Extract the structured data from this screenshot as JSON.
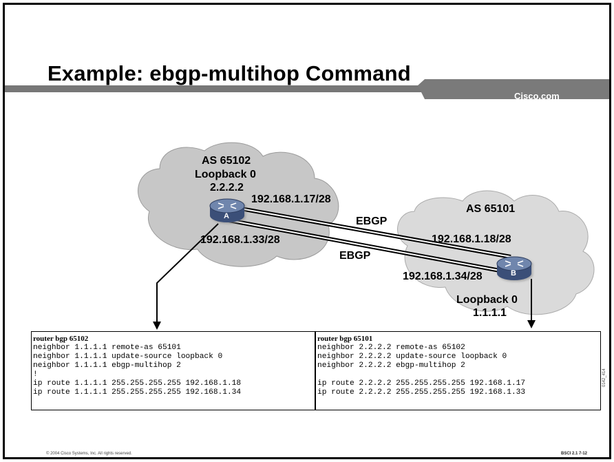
{
  "slide": {
    "title": "Example: ebgp-multihop Command",
    "brand": "Cisco.com",
    "footer_left": "© 2004 Cisco Systems, Inc. All rights reserved.",
    "footer_right": "BSCI 2.1    7-12",
    "figure_id": "0142_414"
  },
  "diagram": {
    "as_left": "AS 65102",
    "loopback_left_label": "Loopback 0",
    "loopback_left_ip": "2.2.2.2",
    "router_a": "A",
    "router_b": "B",
    "ip_a_17": "192.168.1.17/28",
    "ip_a_33": "192.168.1.33/28",
    "ebgp_top": "EBGP",
    "ebgp_bottom": "EBGP",
    "as_right": "AS 65101",
    "ip_b_18": "192.168.1.18/28",
    "ip_b_34": "192.168.1.34/28",
    "loopback_right_label": "Loopback 0",
    "loopback_right_ip": "1.1.1.1"
  },
  "config_a": [
    "router bgp 65102",
    "neighbor 1.1.1.1 remote-as 65101",
    "neighbor 1.1.1.1 update-source loopback 0",
    "neighbor 1.1.1.1 ebgp-multihop 2",
    "!",
    "ip route 1.1.1.1 255.255.255.255 192.168.1.18",
    "ip route 1.1.1.1 255.255.255.255 192.168.1.34"
  ],
  "config_b": [
    "router bgp 65101",
    "neighbor 2.2.2.2 remote-as 65102",
    "neighbor 2.2.2.2 update-source loopback 0",
    "neighbor 2.2.2.2 ebgp-multihop 2",
    "",
    "ip route 2.2.2.2 255.255.255.255 192.168.1.17",
    "ip route 2.2.2.2 255.255.255.255 192.168.1.33"
  ]
}
